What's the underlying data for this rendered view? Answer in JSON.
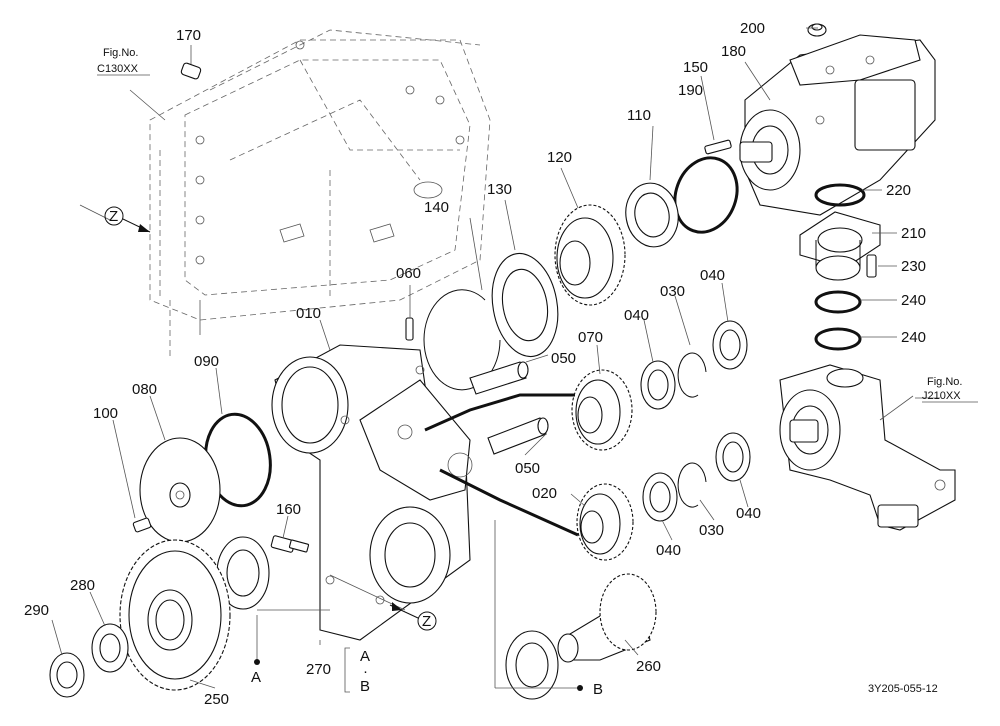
{
  "labels": {
    "p010": "010",
    "p020": "020",
    "p030a": "030",
    "p030b": "030",
    "p040a": "040",
    "p040b": "040",
    "p040c": "040",
    "p040d": "040",
    "p050a": "050",
    "p050b": "050",
    "p060": "060",
    "p070": "070",
    "p080": "080",
    "p090": "090",
    "p100": "100",
    "p110": "110",
    "p120": "120",
    "p130": "130",
    "p140": "140",
    "p150": "150",
    "p160": "160",
    "p170": "170",
    "p180": "180",
    "p190": "190",
    "p200": "200",
    "p210": "210",
    "p220": "220",
    "p230": "230",
    "p240a": "240",
    "p240b": "240",
    "p250": "250",
    "p260": "260",
    "p270": "270",
    "p280": "280",
    "p290": "290"
  },
  "refs": {
    "fig1_title": "Fig.No.",
    "fig1_code": "C130XX",
    "fig2_title": "Fig.No.",
    "fig2_code": "J210XX"
  },
  "markers": {
    "z1": "Z",
    "z2": "Z",
    "a": "A",
    "b": "B",
    "ab_a": "A",
    "ab_b": "B"
  },
  "drawing_code": "3Y205-055-12"
}
